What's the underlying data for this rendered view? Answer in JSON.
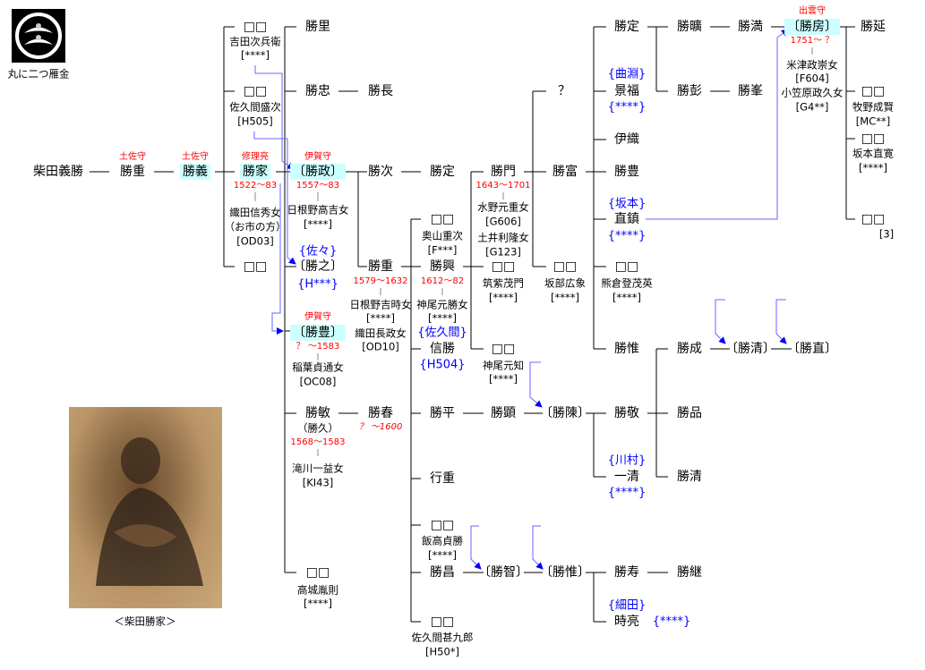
{
  "title": "柴田氏系図",
  "crest": {
    "name": "丸に二つ雁金"
  },
  "portrait": {
    "caption": "＜柴田勝家＞"
  },
  "colors": {
    "title_red": "#ff0000",
    "house_blue": "#0000ff",
    "highlight": "#ccffff",
    "adoption_arrow": "#6666ff"
  },
  "entries": [
    {
      "id": "crest-caption",
      "text": "丸に二つ雁金",
      "type": "s"
    },
    {
      "id": "portrait-caption",
      "text": "＜柴田勝家＞",
      "type": "s"
    },
    {
      "id": "yoshikatsu",
      "text": "柴田義勝",
      "type": "n"
    },
    {
      "id": "katsushige1-title",
      "text": "土佐守",
      "type": "r"
    },
    {
      "id": "katsushige1",
      "text": "勝重",
      "type": "n"
    },
    {
      "id": "katsuyoshi-title",
      "text": "土佐守",
      "type": "r"
    },
    {
      "id": "katsuyoshi",
      "text": "勝義",
      "type": "hl"
    },
    {
      "id": "katsuie-title",
      "text": "修理亮",
      "type": "r"
    },
    {
      "id": "katsuie",
      "text": "勝家",
      "type": "hl"
    },
    {
      "id": "katsuie-dates",
      "text": "1522〜83",
      "type": "r"
    },
    {
      "id": "katsuie-spouse",
      "text": "織田信秀女",
      "type": "s"
    },
    {
      "id": "katsuie-spouse-alias",
      "text": "（お市の方）",
      "type": "s"
    },
    {
      "id": "katsuie-spouse-code",
      "text": "[OD03]",
      "type": "s"
    },
    {
      "id": "d1",
      "text": "□□",
      "type": "n"
    },
    {
      "id": "d1-spouse",
      "text": "吉田次兵衛",
      "type": "s"
    },
    {
      "id": "d1-code",
      "text": "[****]",
      "type": "s"
    },
    {
      "id": "d2",
      "text": "□□",
      "type": "n"
    },
    {
      "id": "d2-spouse",
      "text": "佐久間盛次",
      "type": "s"
    },
    {
      "id": "d2-code",
      "text": "[H505]",
      "type": "s"
    },
    {
      "id": "d3",
      "text": "□□",
      "type": "n"
    },
    {
      "id": "katsusato",
      "text": "勝里",
      "type": "n"
    },
    {
      "id": "katsutada",
      "text": "勝忠",
      "type": "n"
    },
    {
      "id": "katsunaga",
      "text": "勝長",
      "type": "n"
    },
    {
      "id": "katsumasa-title",
      "text": "伊賀守",
      "type": "r"
    },
    {
      "id": "katsumasa",
      "text": "〔勝政〕",
      "type": "hl"
    },
    {
      "id": "katsumasa-dates",
      "text": "1557〜83",
      "type": "r"
    },
    {
      "id": "katsumasa-spouse",
      "text": "日根野高吉女",
      "type": "s"
    },
    {
      "id": "katsumasa-code",
      "text": "[****]",
      "type": "s"
    },
    {
      "id": "katsuyuki-house",
      "text": "{佐々}",
      "type": "b"
    },
    {
      "id": "katsuyuki",
      "text": "〔勝之〕",
      "type": "n"
    },
    {
      "id": "katsuyuki-code",
      "text": "{H***}",
      "type": "b"
    },
    {
      "id": "katsutoyo-title",
      "text": "伊賀守",
      "type": "r"
    },
    {
      "id": "katsutoyo",
      "text": "〔勝豊〕",
      "type": "hl"
    },
    {
      "id": "katsutoyo-dates",
      "text": "？ 〜1583",
      "type": "r"
    },
    {
      "id": "katsutoyo-spouse",
      "text": "稲葉貞通女",
      "type": "s"
    },
    {
      "id": "katsutoyo-code",
      "text": "[OC08]",
      "type": "s"
    },
    {
      "id": "katsutoshi",
      "text": "勝敏",
      "type": "n"
    },
    {
      "id": "katsutoshi-alias",
      "text": "（勝久）",
      "type": "s"
    },
    {
      "id": "katsutoshi-dates",
      "text": "1568〜1583",
      "type": "r"
    },
    {
      "id": "katsutoshi-spouse",
      "text": "滝川一益女",
      "type": "s"
    },
    {
      "id": "katsutoshi-code",
      "text": "[KI43]",
      "type": "s"
    },
    {
      "id": "katsuharu",
      "text": "勝春",
      "type": "n"
    },
    {
      "id": "katsuharu-dates",
      "text": "？ 〜1600",
      "type": "it"
    },
    {
      "id": "d4",
      "text": "□□",
      "type": "n"
    },
    {
      "id": "d4-spouse",
      "text": "高城胤則",
      "type": "s"
    },
    {
      "id": "d4-code",
      "text": "[****]",
      "type": "s"
    },
    {
      "id": "katsuji",
      "text": "勝次",
      "type": "n"
    },
    {
      "id": "katsusada1",
      "text": "勝定",
      "type": "n"
    },
    {
      "id": "katsushige2",
      "text": "勝重",
      "type": "n"
    },
    {
      "id": "katsushige2-dates",
      "text": "1579〜1632",
      "type": "r"
    },
    {
      "id": "katsushige2-spouse1",
      "text": "日根野吉時女",
      "type": "s"
    },
    {
      "id": "katsushige2-code1",
      "text": "[****]",
      "type": "s"
    },
    {
      "id": "katsushige2-spouse2",
      "text": "織田長政女",
      "type": "s"
    },
    {
      "id": "katsushige2-code2",
      "text": "[OD10]",
      "type": "s"
    },
    {
      "id": "d5",
      "text": "□□",
      "type": "n"
    },
    {
      "id": "d5-spouse",
      "text": "奥山重次",
      "type": "s"
    },
    {
      "id": "d5-code",
      "text": "[F***]",
      "type": "s"
    },
    {
      "id": "katsuoki",
      "text": "勝興",
      "type": "n"
    },
    {
      "id": "katsuoki-dates",
      "text": "1612〜82",
      "type": "r"
    },
    {
      "id": "katsuoki-spouse",
      "text": "神尾元勝女",
      "type": "s"
    },
    {
      "id": "katsuoki-code",
      "text": "[****]",
      "type": "s"
    },
    {
      "id": "nobukatsu-house",
      "text": "{佐久間}",
      "type": "b"
    },
    {
      "id": "nobukatsu",
      "text": "信勝",
      "type": "n"
    },
    {
      "id": "nobukatsu-code",
      "text": "{H504}",
      "type": "b"
    },
    {
      "id": "katsuhira",
      "text": "勝平",
      "type": "n"
    },
    {
      "id": "yukishige",
      "text": "行重",
      "type": "n"
    },
    {
      "id": "d6",
      "text": "□□",
      "type": "n"
    },
    {
      "id": "d6-spouse",
      "text": "飯高貞勝",
      "type": "s"
    },
    {
      "id": "d6-code",
      "text": "[****]",
      "type": "s"
    },
    {
      "id": "katsumasa2",
      "text": "勝昌",
      "type": "n"
    },
    {
      "id": "d7",
      "text": "□□",
      "type": "n"
    },
    {
      "id": "d7-spouse",
      "text": "佐久間甚九郎",
      "type": "s"
    },
    {
      "id": "d7-code",
      "text": "[H50*]",
      "type": "s"
    },
    {
      "id": "katsukado",
      "text": "勝門",
      "type": "n"
    },
    {
      "id": "katsukado-dates",
      "text": "1643〜1701",
      "type": "r"
    },
    {
      "id": "katsukado-spouse1",
      "text": "水野元重女",
      "type": "s"
    },
    {
      "id": "katsukado-code1",
      "text": "[G606]",
      "type": "s"
    },
    {
      "id": "katsukado-spouse2",
      "text": "土井利隆女",
      "type": "s"
    },
    {
      "id": "katsukado-code2",
      "text": "[G123]",
      "type": "s"
    },
    {
      "id": "d8",
      "text": "□□",
      "type": "n"
    },
    {
      "id": "d8-spouse",
      "text": "筑紫茂門",
      "type": "s"
    },
    {
      "id": "d8-code",
      "text": "[****]",
      "type": "s"
    },
    {
      "id": "d9",
      "text": "□□",
      "type": "n"
    },
    {
      "id": "d9-spouse",
      "text": "神尾元知",
      "type": "s"
    },
    {
      "id": "d9-code",
      "text": "[****]",
      "type": "s"
    },
    {
      "id": "katsuaki",
      "text": "勝顕",
      "type": "n"
    },
    {
      "id": "katsutomo",
      "text": "〔勝智〕",
      "type": "n"
    },
    {
      "id": "unknown",
      "text": "？",
      "type": "n"
    },
    {
      "id": "katsutomi",
      "text": "勝富",
      "type": "n"
    },
    {
      "id": "d10",
      "text": "□□",
      "type": "n"
    },
    {
      "id": "d10-spouse",
      "text": "坂部広象",
      "type": "s"
    },
    {
      "id": "d10-code",
      "text": "[****]",
      "type": "s"
    },
    {
      "id": "katsunobu",
      "text": "〔勝陳〕",
      "type": "n"
    },
    {
      "id": "katsukore1",
      "text": "〔勝惟〕",
      "type": "n"
    },
    {
      "id": "katsusada2",
      "text": "勝定",
      "type": "n"
    },
    {
      "id": "kagefuku-house",
      "text": "{曲淵}",
      "type": "b"
    },
    {
      "id": "kagefuku",
      "text": "景福",
      "type": "n"
    },
    {
      "id": "kagefuku-code",
      "text": "{****}",
      "type": "b"
    },
    {
      "id": "iori",
      "text": "伊織",
      "type": "n"
    },
    {
      "id": "katsutoyo2",
      "text": "勝豊",
      "type": "n"
    },
    {
      "id": "naoshige-house",
      "text": "{坂本}",
      "type": "b"
    },
    {
      "id": "naoshige",
      "text": "直鎮",
      "type": "n"
    },
    {
      "id": "naoshige-code",
      "text": "{****}",
      "type": "b"
    },
    {
      "id": "d11",
      "text": "□□",
      "type": "n"
    },
    {
      "id": "d11-spouse",
      "text": "熊倉登茂英",
      "type": "s"
    },
    {
      "id": "d11-code",
      "text": "[****]",
      "type": "s"
    },
    {
      "id": "katsukore2",
      "text": "勝惟",
      "type": "n"
    },
    {
      "id": "katsutaka",
      "text": "勝敬",
      "type": "n"
    },
    {
      "id": "kazukiyo-house",
      "text": "{川村}",
      "type": "b"
    },
    {
      "id": "kazukiyo",
      "text": "一清",
      "type": "n"
    },
    {
      "id": "kazukiyo-code",
      "text": "{****}",
      "type": "b"
    },
    {
      "id": "katsuhisa",
      "text": "勝寿",
      "type": "n"
    },
    {
      "id": "tokiaki-house",
      "text": "{細田}",
      "type": "b"
    },
    {
      "id": "tokiaki",
      "text": "時亮",
      "type": "n"
    },
    {
      "id": "tokiaki-code",
      "text": "{****}",
      "type": "b"
    },
    {
      "id": "katsuhiro",
      "text": "勝曠",
      "type": "n"
    },
    {
      "id": "katsuhiko",
      "text": "勝彭",
      "type": "n"
    },
    {
      "id": "katsunari",
      "text": "勝成",
      "type": "n"
    },
    {
      "id": "katsushina",
      "text": "勝品",
      "type": "n"
    },
    {
      "id": "katsukiyo1",
      "text": "勝清",
      "type": "n"
    },
    {
      "id": "katsutsugu",
      "text": "勝継",
      "type": "n"
    },
    {
      "id": "katsumitsu",
      "text": "勝満",
      "type": "n"
    },
    {
      "id": "katsumine",
      "text": "勝峯",
      "type": "n"
    },
    {
      "id": "katsukiyo2",
      "text": "〔勝清〕",
      "type": "n"
    },
    {
      "id": "katsufusa-title",
      "text": "出雲守",
      "type": "r"
    },
    {
      "id": "katsufusa",
      "text": "〔勝房〕",
      "type": "hl"
    },
    {
      "id": "katsufusa-dates",
      "text": "1751〜 ？",
      "type": "r"
    },
    {
      "id": "katsufusa-spouse1",
      "text": "米津政崇女",
      "type": "s"
    },
    {
      "id": "katsufusa-code1",
      "text": "[F604]",
      "type": "s"
    },
    {
      "id": "katsufusa-spouse2",
      "text": "小笠原政久女",
      "type": "s"
    },
    {
      "id": "katsufusa-code2",
      "text": "[G4**]",
      "type": "s"
    },
    {
      "id": "katsunao",
      "text": "〔勝直〕",
      "type": "n"
    },
    {
      "id": "katsunobe",
      "text": "勝延",
      "type": "n"
    },
    {
      "id": "d12",
      "text": "□□",
      "type": "n"
    },
    {
      "id": "d12-spouse",
      "text": "牧野成賢",
      "type": "s"
    },
    {
      "id": "d12-code",
      "text": "[MC**]",
      "type": "s"
    },
    {
      "id": "d13",
      "text": "□□",
      "type": "n"
    },
    {
      "id": "d13-spouse",
      "text": "坂本直寛",
      "type": "s"
    },
    {
      "id": "d13-code",
      "text": "[****]",
      "type": "s"
    },
    {
      "id": "d14",
      "text": "□□",
      "type": "n"
    },
    {
      "id": "d14-note",
      "text": "[3]",
      "type": "s"
    }
  ]
}
